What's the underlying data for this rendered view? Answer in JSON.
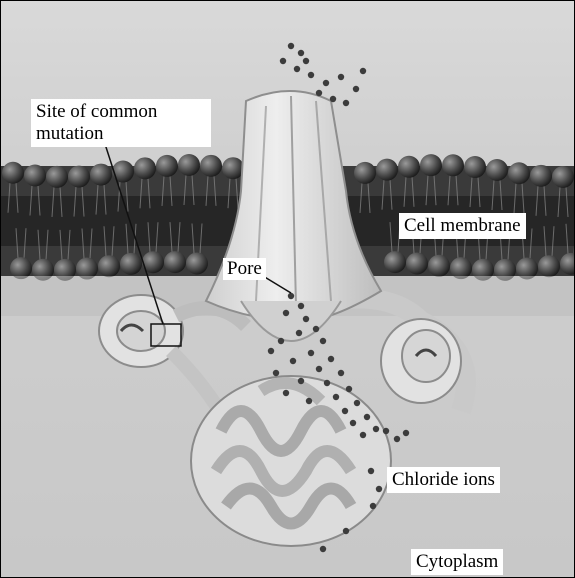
{
  "labels": {
    "site_of_mutation": "Site of common mutation",
    "cell_membrane": "Cell membrane",
    "pore": "Pore",
    "chloride_ions": "Chloride ions",
    "cytoplasm": "Cytoplasm"
  },
  "colors": {
    "background": "#cfcfcf",
    "membrane_band": "#1e1e1e",
    "phospholipid_head": "#5a5a5a",
    "protein": "#e6e6e6",
    "ion": "#3a3a3a",
    "label_background": "#ffffff"
  }
}
